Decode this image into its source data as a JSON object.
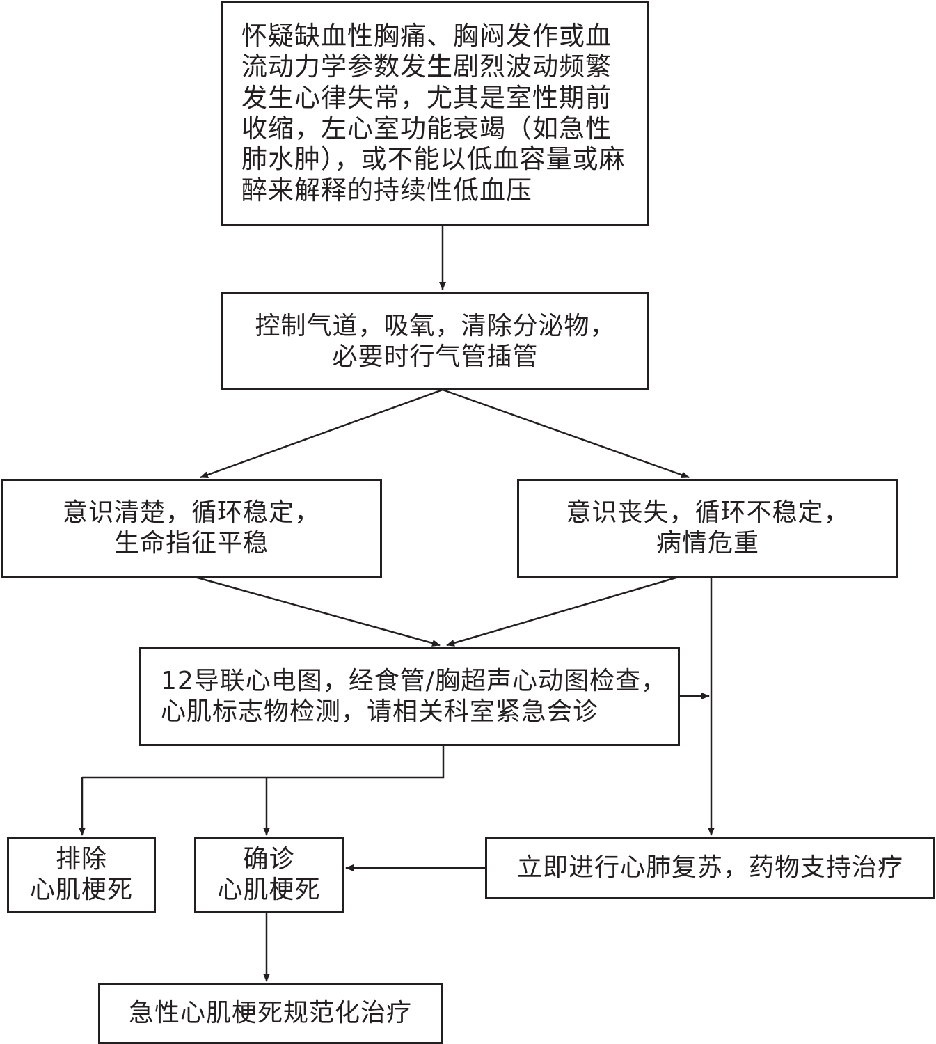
{
  "nodes": {
    "start": "怀疑缺血性胸痛、胸闷发作或血流动力学参数发生剧烈波动频繁发生心律失常，尤其是室性期前收缩，左心室功能衰竭（如急性肺水肿），或不能以低血容量或麻醉来解释的持续性低血压",
    "airway": "控制气道，吸氧，清除分泌物，\n必要时行气管插管",
    "conscious": "意识清楚，循环稳定，\n生命指征平稳",
    "unconscious": "意识丧失，循环不稳定，\n病情危重",
    "exam": "12导联心电图，经食管/胸超声心动图检查，\n心肌标志物检测，请相关科室紧急会诊",
    "exclude": "排除\n心肌梗死",
    "confirm": "确诊\n心肌梗死",
    "cpr": "立即进行心肺复苏，药物支持治疗",
    "treatment": "急性心肌梗死规范化治疗"
  },
  "colors": {
    "stroke": "#231f20",
    "background": "#ffffff"
  }
}
